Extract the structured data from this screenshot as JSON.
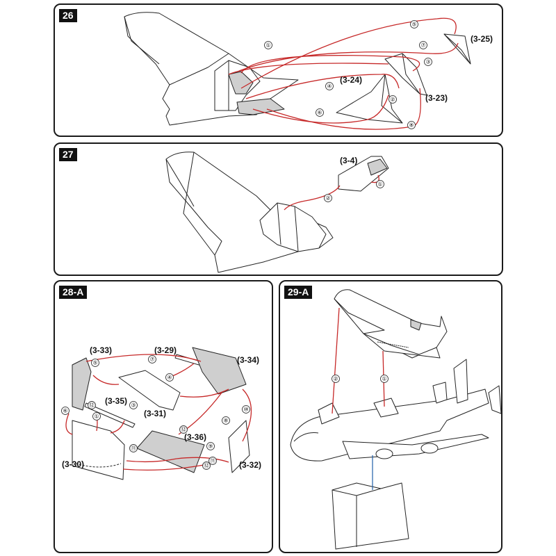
{
  "panels": [
    {
      "step": "26",
      "parts": [
        "(3-25)",
        "(3-24)",
        "(3-23)"
      ],
      "numbers": [
        "①",
        "②",
        "③",
        "④",
        "⑤",
        "⑥",
        "⑦",
        "⑧"
      ]
    },
    {
      "step": "27",
      "parts": [
        "(3-4)"
      ],
      "numbers": [
        "①",
        "②"
      ]
    },
    {
      "step": "28-A",
      "parts": [
        "(3-33)",
        "(3-29)",
        "(3-34)",
        "(3-35)",
        "(3-31)",
        "(3-36)",
        "(3-30)",
        "(3-32)"
      ],
      "numbers": [
        "①",
        "③",
        "④",
        "⑤",
        "⑥",
        "⑦",
        "⑧",
        "⑨",
        "⑩",
        "⑪",
        "⑫",
        "⑫",
        "⑫"
      ]
    },
    {
      "step": "29-A",
      "parts": [],
      "numbers": [
        "①",
        "②"
      ]
    }
  ],
  "colors": {
    "arrow": "#c62828",
    "stand_arrow": "#1f5fa8",
    "shade": "#cfcfcf",
    "outline": "#222222"
  }
}
